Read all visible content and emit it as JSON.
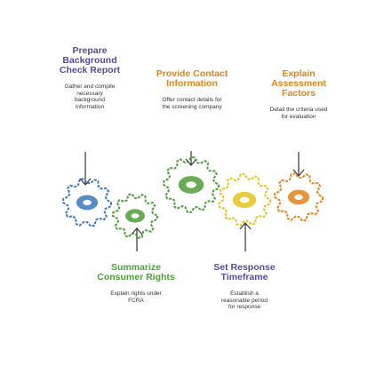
{
  "colors": {
    "purple": "#5a4a9e",
    "orange": "#e0841a",
    "blue": "#3d77c0",
    "green": "#4e9e3a",
    "yellow": "#e5c21a",
    "arrow": "#333333"
  },
  "steps": [
    {
      "title": "Prepare Background Check Report",
      "desc": "Gather and compile necessary background information",
      "color": "#5a4a9e"
    },
    {
      "title": "Provide Contact Information",
      "desc": "Offer contact details for the screening company",
      "color": "#e0841a"
    },
    {
      "title": "Explain Assessment Factors",
      "desc": "Detail the criteria used for evaluation",
      "color": "#e0841a"
    },
    {
      "title": "Summarize Consumer Rights",
      "desc": "Explain rights under FCRA",
      "color": "#4e9e3a"
    },
    {
      "title": "Set Response Timeframe",
      "desc": "Establish a reasonable period for response",
      "color": "#5a4a9e"
    }
  ]
}
